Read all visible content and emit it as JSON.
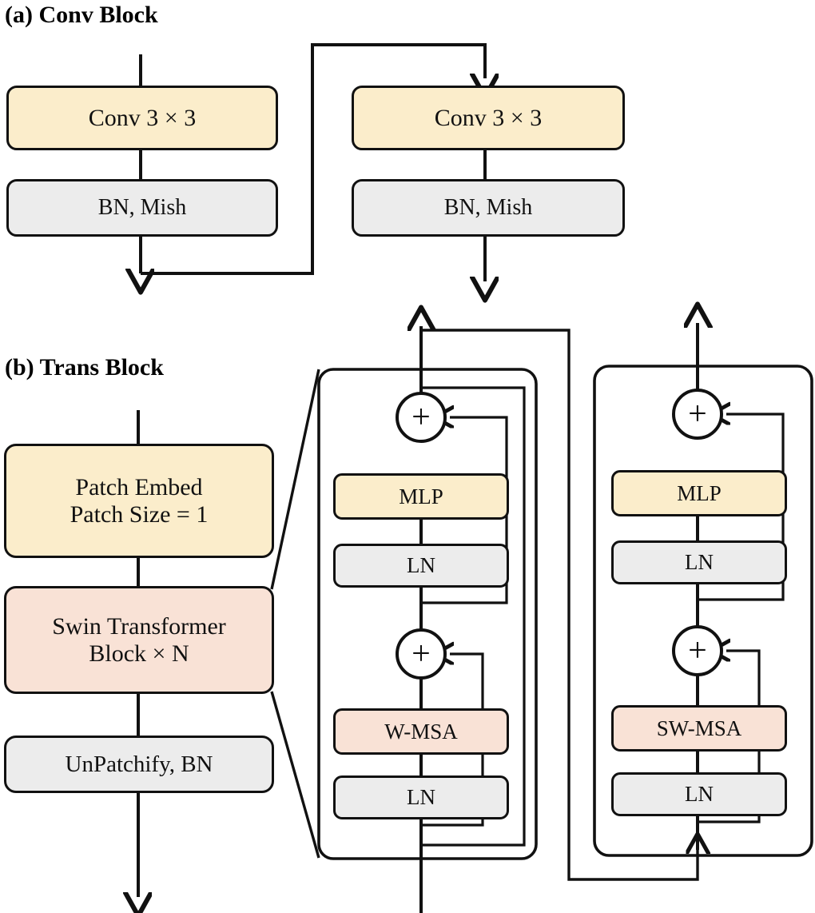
{
  "figure": {
    "panels": [
      {
        "id": "conv-block",
        "title": "(a) Conv Block",
        "nodes": [
          {
            "name": "conv-left",
            "label": "Conv 3 × 3",
            "color": "yellow"
          },
          {
            "name": "bn-left",
            "label": "BN, Mish",
            "color": "gray"
          },
          {
            "name": "conv-right",
            "label": "Conv 3 × 3",
            "color": "yellow"
          },
          {
            "name": "bn-right",
            "label": "BN, Mish",
            "color": "gray"
          }
        ]
      },
      {
        "id": "trans-block",
        "title": "(b) Trans Block",
        "nodes": [
          {
            "name": "patch-embed",
            "label_line1": "Patch Embed",
            "label_line2": "Patch Size = 1",
            "color": "yellow"
          },
          {
            "name": "swin-block",
            "label_line1": "Swin Transformer",
            "label_line2": "Block × N",
            "color": "pink"
          },
          {
            "name": "unpatchify",
            "label": "UnPatchify, BN",
            "color": "gray"
          }
        ],
        "detail": {
          "sub_block_1": {
            "name": "w-msa-sub-block",
            "nodes": [
              {
                "name": "mlp-1",
                "label": "MLP",
                "color": "yellow"
              },
              {
                "name": "ln-1",
                "label": "LN",
                "color": "gray"
              },
              {
                "name": "wmsa",
                "label": "W-MSA",
                "color": "pink"
              },
              {
                "name": "ln-2",
                "label": "LN",
                "color": "gray"
              }
            ],
            "add_nodes": [
              {
                "name": "add-1",
                "symbol": "+"
              },
              {
                "name": "add-2",
                "symbol": "+"
              }
            ]
          },
          "sub_block_2": {
            "name": "sw-msa-sub-block",
            "nodes": [
              {
                "name": "mlp-2",
                "label": "MLP",
                "color": "yellow"
              },
              {
                "name": "ln-3",
                "label": "LN",
                "color": "gray"
              },
              {
                "name": "swmsa",
                "label": "SW-MSA",
                "color": "pink"
              },
              {
                "name": "ln-4",
                "label": "LN",
                "color": "gray"
              }
            ],
            "add_nodes": [
              {
                "name": "add-3",
                "symbol": "+"
              },
              {
                "name": "add-4",
                "symbol": "+"
              }
            ]
          }
        }
      }
    ],
    "colors": {
      "yellow": "#FBEDCB",
      "gray": "#ECECEC",
      "pink": "#F9E2D6",
      "stroke": "#111111",
      "background": "#FFFFFF"
    }
  }
}
